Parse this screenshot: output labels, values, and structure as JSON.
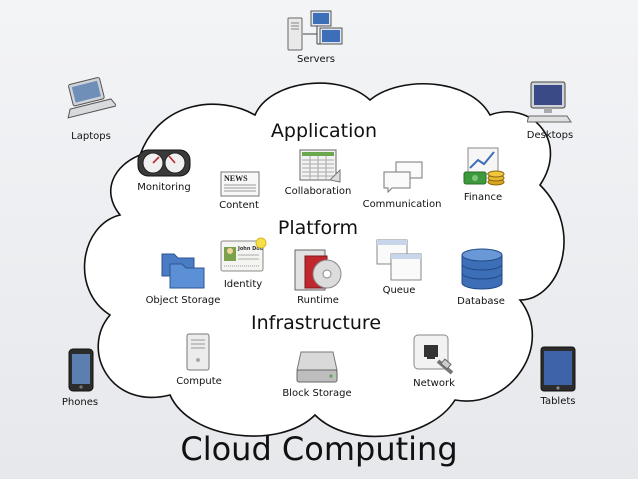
{
  "title": "Cloud Computing",
  "sections": {
    "application": "Application",
    "platform": "Platform",
    "infrastructure": "Infrastructure"
  },
  "devices": {
    "servers": "Servers",
    "laptops": "Laptops",
    "desktops": "Desktops",
    "phones": "Phones",
    "tablets": "Tablets"
  },
  "services": {
    "monitoring": "Monitoring",
    "content": "Content",
    "collaboration": "Collaboration",
    "communication": "Communication",
    "finance": "Finance",
    "object_storage": "Object Storage",
    "identity": "Identity",
    "runtime": "Runtime",
    "queue": "Queue",
    "database": "Database",
    "compute": "Compute",
    "block_storage": "Block Storage",
    "network": "Network"
  },
  "icon_texts": {
    "news": "NEWS",
    "id_name": "John Doe"
  },
  "colors": {
    "cloud_fill": "#ffffff",
    "cloud_stroke": "#111111",
    "database_blue": "#3d6fb8",
    "folder_blue": "#5b8fd6",
    "runtime_red": "#c0282d",
    "money_green": "#3c9a3c",
    "gold": "#d9a520"
  }
}
